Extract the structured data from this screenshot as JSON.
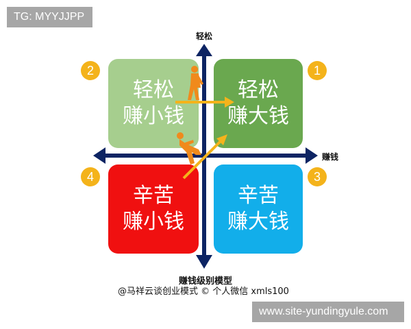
{
  "watermarks": {
    "top_left": "TG: MYYJJPP",
    "bottom_right": "www.site-yundingyule.com"
  },
  "axes": {
    "y_label": "轻松",
    "x_label": "赚钱",
    "color": "#0d2463"
  },
  "quadrants": [
    {
      "number": "1",
      "line1": "轻松",
      "line2": "赚大钱",
      "color": "#6aa84f"
    },
    {
      "number": "2",
      "line1": "轻松",
      "line2": "赚小钱",
      "color": "#a6ce8e"
    },
    {
      "number": "3",
      "line1": "辛苦",
      "line2": "赚大钱",
      "color": "#12aeea"
    },
    {
      "number": "4",
      "line1": "辛苦",
      "line2": "赚小钱",
      "color": "#f01010"
    }
  ],
  "badge_color": "#f4b31b",
  "arrow_color": "#f4b31b",
  "figure_color": "#f08a1c",
  "caption": {
    "title": "赚钱级别模型",
    "subtitle": "@马祥云谈创业模式 © 个人微信 xmls100"
  }
}
